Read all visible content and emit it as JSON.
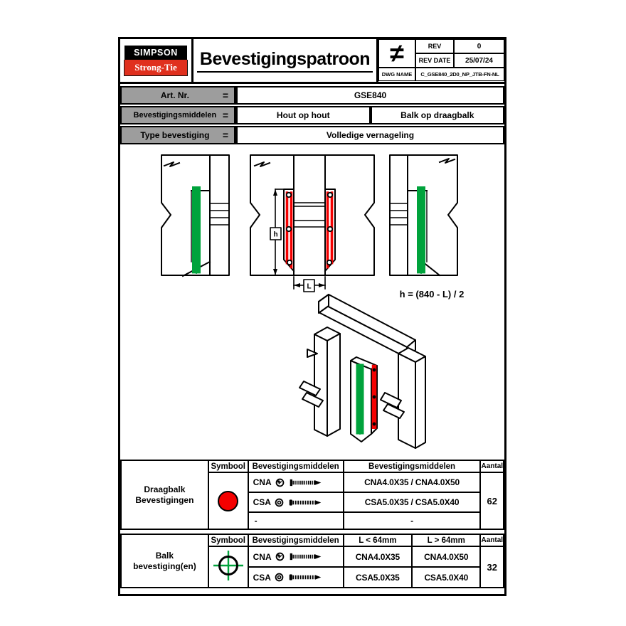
{
  "header": {
    "logo_top": "SIMPSON",
    "logo_bottom": "Strong-Tie",
    "title": "Bevestigingspatroon",
    "symbol": "≠",
    "rev_label": "REV",
    "rev_value": "0",
    "rev_date_label": "REV DATE",
    "rev_date_value": "25/07/24",
    "dwg_label": "DWG NAME",
    "dwg_value": "C_GSE840_2D0_NP_JTB-FN-NL"
  },
  "info": {
    "art_label": "Art. Nr.",
    "art_eq": "=",
    "art_value": "GSE840",
    "bev_label": "Bevestigingsmiddelen",
    "bev_eq": "=",
    "bev_value1": "Hout op hout",
    "bev_value2": "Balk op draagbalk",
    "type_label": "Type bevestiging",
    "type_eq": "=",
    "type_value": "Volledige vernageling"
  },
  "drawing": {
    "formula": "h = (840 - L) / 2",
    "dim_h": "h",
    "dim_l": "L"
  },
  "table1": {
    "label_line1": "Draagbalk",
    "label_line2": "Bevestigingen",
    "h_symbool": "Symbool",
    "h_bev1": "Bevestigingsmiddelen",
    "h_bev2": "Bevestigingsmiddelen",
    "h_aantal": "Aantal",
    "symbol_name": "red-circle",
    "r1_code": "CNA",
    "r1_value": "CNA4.0X35 / CNA4.0X50",
    "r2_code": "CSA",
    "r2_value": "CSA5.0X35 / CSA5.0X40",
    "r3_code": "-",
    "r3_value": "-",
    "aantal": "62"
  },
  "table2": {
    "label_line1": "Balk",
    "label_line2": "bevestiging(en)",
    "h_symbool": "Symbool",
    "h_bev": "Bevestigingsmiddelen",
    "h_short": "L < 64mm",
    "h_long": "L > 64mm",
    "h_aantal": "Aantal",
    "symbol_name": "green-crosshair",
    "r1_code": "CNA",
    "r1_short": "CNA4.0X35",
    "r1_long": "CNA4.0X50",
    "r2_code": "CSA",
    "r2_short": "CSA5.0X35",
    "r2_long": "CSA5.0X40",
    "aantal": "32"
  },
  "colors": {
    "accent_red": "#e0301e",
    "nail_green": "#00a33c",
    "nail_red": "#f40000",
    "cell_gray": "#9d9d9d"
  }
}
